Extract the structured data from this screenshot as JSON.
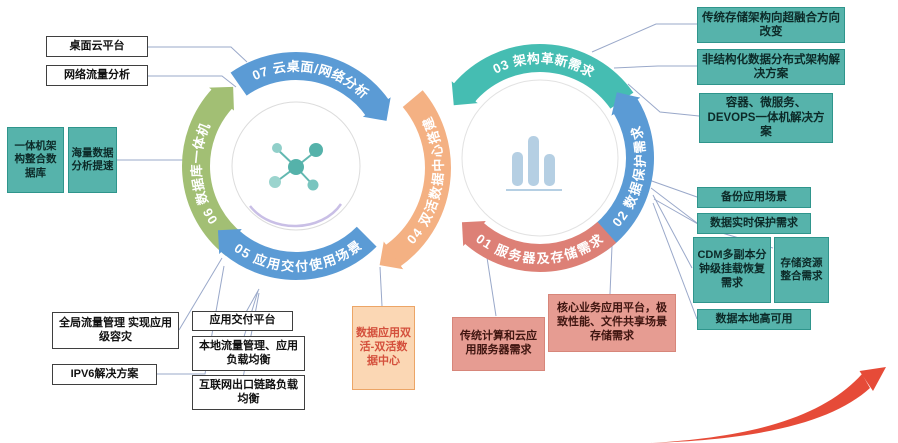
{
  "diagram": {
    "arcs": {
      "a07": "07 云桌面/网络分析",
      "a06": "06 数据库一体机",
      "a05": "05 应用交付使用场景",
      "a04": "04 双活数据中心搭建",
      "a03": "03 架构革新需求",
      "a02": "02 数据保护需求",
      "a01": "01 服务器及存储需求"
    },
    "boxes": {
      "desktop_cloud": "桌面云平台",
      "network_traffic": "网络流量分析",
      "appliance_arch": "一体机架构整合数据库",
      "mass_data_speedup": "海量数据分析提速",
      "global_traffic": "全局流量管理 实现应用级容灾",
      "ipv6": "IPV6解决方案",
      "app_delivery": "应用交付平台",
      "local_traffic": "本地流量管理、应用负载均衡",
      "internet_link": "互联网出口链路负载均衡",
      "active_active_dc": "数据应用双活-双活数据中心",
      "traditional_compute": "传统计算和云应用服务器需求",
      "core_business": "核心业务应用平台，极致性能、文件共享场景存储需求",
      "storage_hci": "传统存储架构向超融合方向改变",
      "unstructured": "非结构化数据分布式架构解决方案",
      "container_devops": "容器、微服务、DEVOPS一体机解决方案",
      "backup_scenario": "备份应用场景",
      "realtime_protection": "数据实时保护需求",
      "cdm": "CDM多副本分钟级挂载恢复需求",
      "storage_consolidation": "存储资源整合需求",
      "local_ha": "数据本地高可用"
    },
    "icons": {
      "left_center": "network-cluster-icon",
      "right_center": "bar-chart-icon",
      "bottom_right": "red-swoosh-arrow-icon"
    },
    "colors": {
      "arc_blue": "#5b9bd5",
      "arc_green": "#a2bf74",
      "arc_orange": "#f4b183",
      "arc_teal": "#45bdb2",
      "arc_red": "#dd8076",
      "box_teal": "#56b3ab",
      "box_pink": "#e69c92",
      "box_orange": "#fbd7b4",
      "connector": "#8f9fc4",
      "swoosh": "#e64b38"
    }
  }
}
